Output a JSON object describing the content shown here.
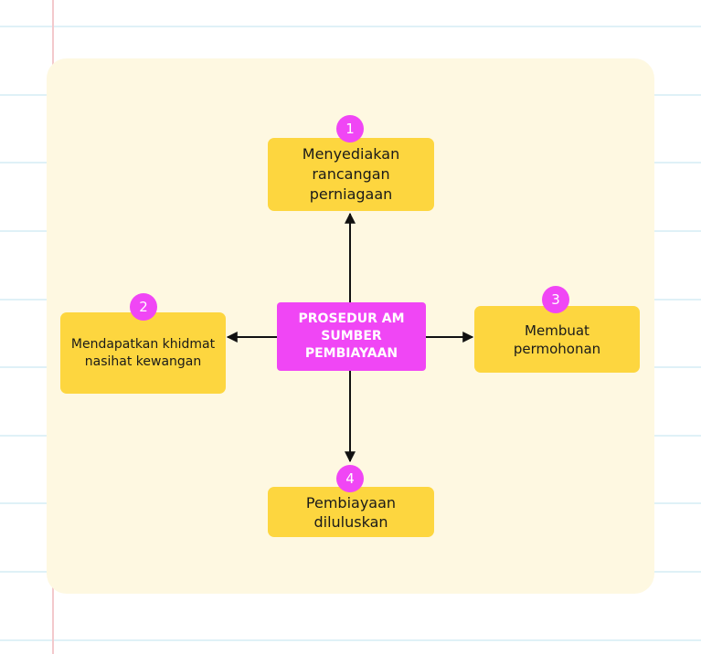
{
  "diagram": {
    "center": {
      "text": "PROSEDUR AM SUMBER PEMBIAYAAN"
    },
    "steps": [
      {
        "number": "1",
        "text": "Menyediakan rancangan perniagaan"
      },
      {
        "number": "2",
        "text": "Mendapatkan khidmat nasihat kewangan"
      },
      {
        "number": "3",
        "text": "Membuat permohonan"
      },
      {
        "number": "4",
        "text": "Pembiayaan diluluskan"
      }
    ]
  },
  "colors": {
    "step_box": "#fdd63f",
    "center_box": "#f046f5",
    "badge": "#f046f5",
    "card_background": "#fef8e1",
    "ruled_lines": "#dff1f7",
    "margin_line": "#f3c9cc"
  }
}
